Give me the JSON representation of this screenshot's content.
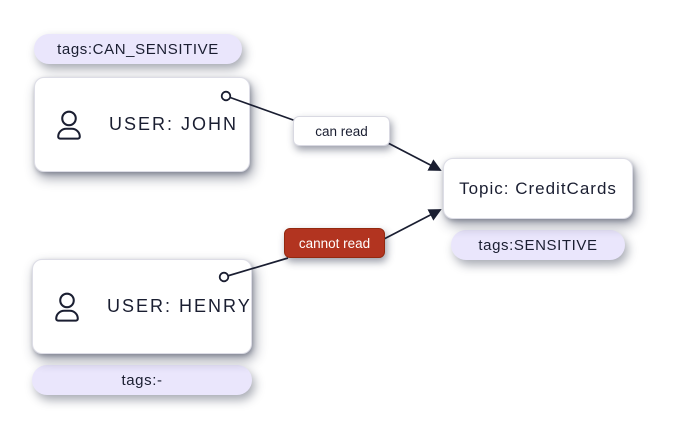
{
  "diagram": {
    "nodes": {
      "john": {
        "label": "USER: JOHN",
        "tag": "tags:CAN_SENSITIVE",
        "icon": "user-icon"
      },
      "henry": {
        "label": "USER: HENRY",
        "tag": "tags:-",
        "icon": "user-icon"
      },
      "topic": {
        "label": "Topic: CreditCards",
        "tag": "tags:SENSITIVE"
      }
    },
    "edges": {
      "john_topic": {
        "label": "can read",
        "status": "allowed"
      },
      "henry_topic": {
        "label": "cannot read",
        "status": "denied"
      }
    },
    "colors": {
      "edge_line": "#1a1e31",
      "text": "#1a1e31",
      "tag_bg": "#eae6fc",
      "node_bg": "#ffffff",
      "denied_bg": "#b23420",
      "denied_text": "#ffffff"
    }
  }
}
